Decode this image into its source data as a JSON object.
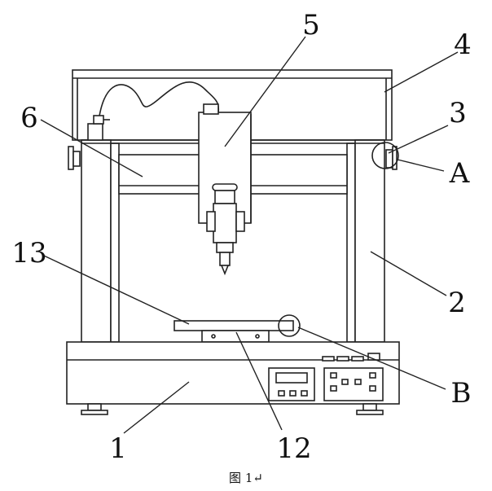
{
  "labels": {
    "base": "1",
    "frame": "2",
    "sensor": "3",
    "top_cover": "4",
    "dispense_head": "5",
    "crossbeam": "6",
    "tray": "13",
    "slide_block": "12",
    "detail_a": "A",
    "detail_b": "B"
  },
  "caption": "图 1↵",
  "colors": {
    "line": "#222222",
    "background": "#ffffff"
  }
}
